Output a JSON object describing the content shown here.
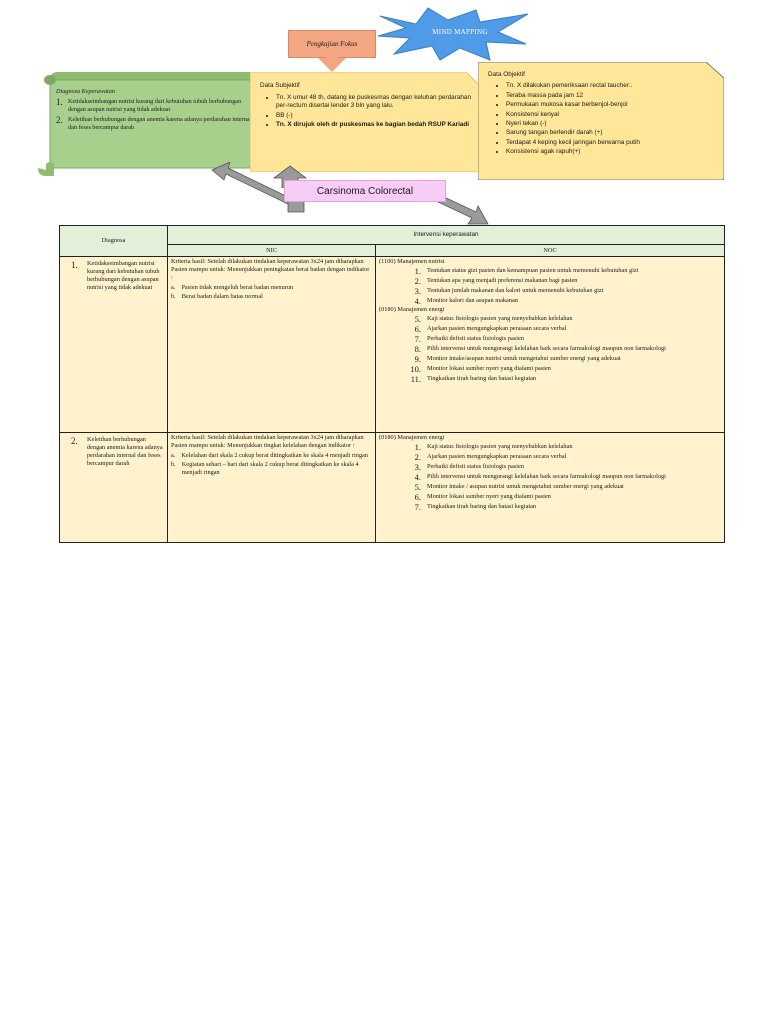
{
  "header": {
    "focus_label": "Pengkajian Fokus",
    "mind_mapping_label": "MIND MAPPING",
    "colors": {
      "focus_box": "#f4a582",
      "burst": "#4f9be8",
      "diagnosis_box": "#a8d08d",
      "data_box": "#ffe699",
      "central_box": "#f6cdf6"
    }
  },
  "diagnosis_box": {
    "title": "Diagnosa Keperawatan",
    "items": [
      {
        "num": "1.",
        "text": "Ketidakseimbangan nutrisi kurang dari kebutuhan tubuh berhubungan dengan asupan nutrisi yang tidak adekuat"
      },
      {
        "num": "2.",
        "text": "Keletihan berhubungan dengan anemia karena adanya perdarahan internal dan feses bercampur darah"
      }
    ]
  },
  "subjective": {
    "title": "Data Subjektif",
    "items": [
      "Tn. X umur 48 th, datang ke puskesmas dengan keluhan perdarahan per-rectum disertai lender 3 bln yang lalu.",
      "BB (-)",
      "Tn. X dirujuk oleh dr puskesmas ke bagian bedah RSUP Kariadi"
    ]
  },
  "objective": {
    "title": "Data Objektif",
    "items": [
      "Tn. X dilakukan pemeriksaan rectal taucher:.",
      "Teraba massa pada jam 12",
      "Permukaan mukosa kasar berbenjol-benjol",
      "Konsistensi kenyal",
      "Nyeri tekan (-)",
      "Sarung tangan berlendir darah (+)",
      "Terdapat 4 keping kecil jaringan berwarna putih",
      "Konsistensi agak rapuh(+)"
    ]
  },
  "central": {
    "label": "Carsinoma Colorectal"
  },
  "table": {
    "col_diagnosa": "Diagnosa",
    "col_intervensi": "Intervensi keperawatan",
    "col_nic": "NIC",
    "col_noc": "NOC",
    "rows": [
      {
        "dx_num": "1.",
        "dx_text": "Ketidakseimbangan nutrisi kurang dari kebutuhan tubuh berhubungan dengan asupan nutrisi yang tidak adekuat",
        "nic_text": "Kriteria hasil: Setelah dilakukan tindakan keperawatan 3x24 jam diharapkan Pasien mampu untuk: Menunjukkan peningkatan berat badan dengan indikator :",
        "nic_items": [
          {
            "label": "a.",
            "text": "Pasien tidak mengeluh berat badan menurun"
          },
          {
            "label": "b.",
            "text": "Berat badan dalam batas normal"
          }
        ],
        "noc_groups": [
          {
            "heading": "(1100) Manajemen nutrisi",
            "items": [
              {
                "num": "1.",
                "text": "Tentukan status gizi pasien dan kemampuan pasien untuk memenuhi kebutuhan gizi"
              },
              {
                "num": "2.",
                "text": "Tentukan apa yang menjadi preferensi makanan bagi pasien"
              },
              {
                "num": "3.",
                "text": "Tentukan jumlah makanan dan kalori untuk memenuhi kebutuhan gizi"
              },
              {
                "num": "4.",
                "text": "Monitor kalori dan asupan makanan"
              }
            ]
          },
          {
            "heading": "(0180) Manajemen energi",
            "items": [
              {
                "num": "5.",
                "text": "Kaji status fisiologis pasien yang menyebabkan kelelahan"
              },
              {
                "num": "6.",
                "text": "Ajarkan pasien mengungkapkan perasaan secara verbal"
              },
              {
                "num": "7.",
                "text": "Perbaiki defisit status fisiologis pasien"
              },
              {
                "num": "8.",
                "text": "Pilih intervensi untuk mengurangi kelelahan baik secara farmakologi maupun non farmakologi"
              },
              {
                "num": "9.",
                "text": "Monitor intake/asupan nutrisi untuk mengetahui sumber energi yang adekuat"
              },
              {
                "num": "10.",
                "text": "Monitor lokasi sumber nyeri yang dialami pasien"
              },
              {
                "num": "11.",
                "text": "Tingkatkan tirah baring dan batasi kegiatan"
              }
            ]
          }
        ]
      },
      {
        "dx_num": "2.",
        "dx_text": "Keletihan berhubungan dengan anemia karena adanya perdarahan internal dan feses bercampur darah",
        "nic_text": "Kriteria hasil: Setelah dilakukan tindakan keperawatan 3x24 jam diharapkan Pasien mampu untuk: Menunjukkan tingkat kelelahan dengan indikator :",
        "nic_items": [
          {
            "label": "a.",
            "text": "Kelelahan dari skala 2 cukup berat ditingkatkan ke skala 4 menjadi ringan"
          },
          {
            "label": "b.",
            "text": "Kegiatan sehari – hari dari skala 2 cukup berat ditingkatkan ke skala 4 menjadi ringan"
          }
        ],
        "noc_groups": [
          {
            "heading": "(0180) Manajemen energi",
            "items": [
              {
                "num": "1.",
                "text": "Kaji status fisiologis pasien yang menyebabkan kelelahan"
              },
              {
                "num": "2.",
                "text": "Ajarkan pasien mengungkapkan perasaan secara verbal"
              },
              {
                "num": "3.",
                "text": "Perbaiki defisit status fisiologis pasien"
              },
              {
                "num": "4.",
                "text": "Pilih intervensi untuk mengurangi kelelahan baik secara farmakologi maupun non farmakologi"
              },
              {
                "num": "5.",
                "text": "Monitor intake / asupan nutrisi untuk mengetahui sumber energi yang adekuat"
              },
              {
                "num": "6.",
                "text": "Monitor lokasi sumber nyeri yang dialami pasien"
              },
              {
                "num": "7.",
                "text": "Tingkatkan tirah baring dan batasi kegiatan"
              }
            ]
          }
        ]
      }
    ]
  }
}
